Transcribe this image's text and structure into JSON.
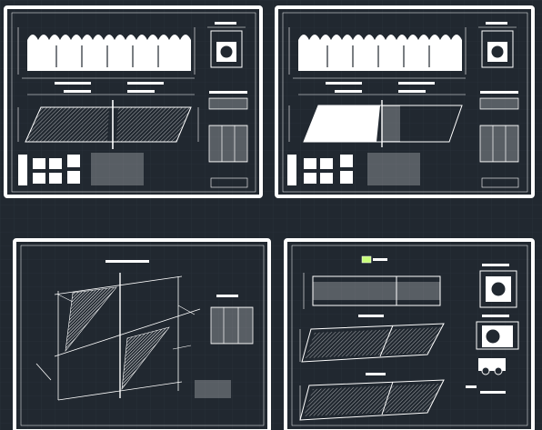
{
  "app": {
    "workspace": "model-space",
    "colors": {
      "background": "#212830",
      "grid": "#2b333d",
      "sheet_border": "#ffffff",
      "linework": "#ffffff",
      "highlight": "#c8ff7a"
    }
  },
  "sheets": [
    {
      "id": "sheet-culvert-a",
      "kind": "culvert-general-layout"
    },
    {
      "id": "sheet-culvert-b",
      "kind": "culvert-general-layout"
    },
    {
      "id": "sheet-skew-plan",
      "kind": "skew-plan-detail"
    },
    {
      "id": "sheet-sections",
      "kind": "section-details"
    }
  ],
  "icons": {
    "drawing": "cad-linework",
    "selection": "highlight-marker"
  }
}
